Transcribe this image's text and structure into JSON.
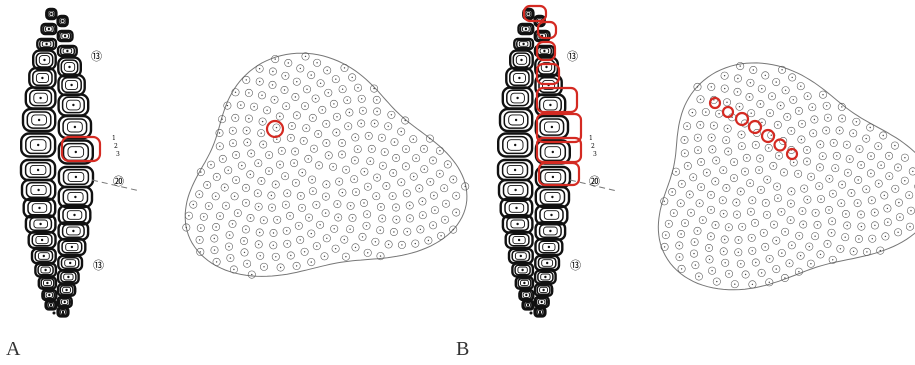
{
  "panels": [
    {
      "label": "A",
      "strip_marks": {
        "upper": "⑬",
        "middle": "⑳",
        "lower": "⑬",
        "row_numbers": [
          "1",
          "2",
          "3"
        ]
      },
      "highlight": "single-cell"
    },
    {
      "label": "B",
      "strip_marks": {
        "upper": "⑬",
        "middle": "⑳",
        "lower": "⑬",
        "row_numbers": [
          "1",
          "2",
          "3"
        ]
      },
      "highlight": "column-of-cells"
    }
  ],
  "colors": {
    "highlight": "#d42a22",
    "cell_stroke": "#555555",
    "strip_ink": "#111111"
  }
}
